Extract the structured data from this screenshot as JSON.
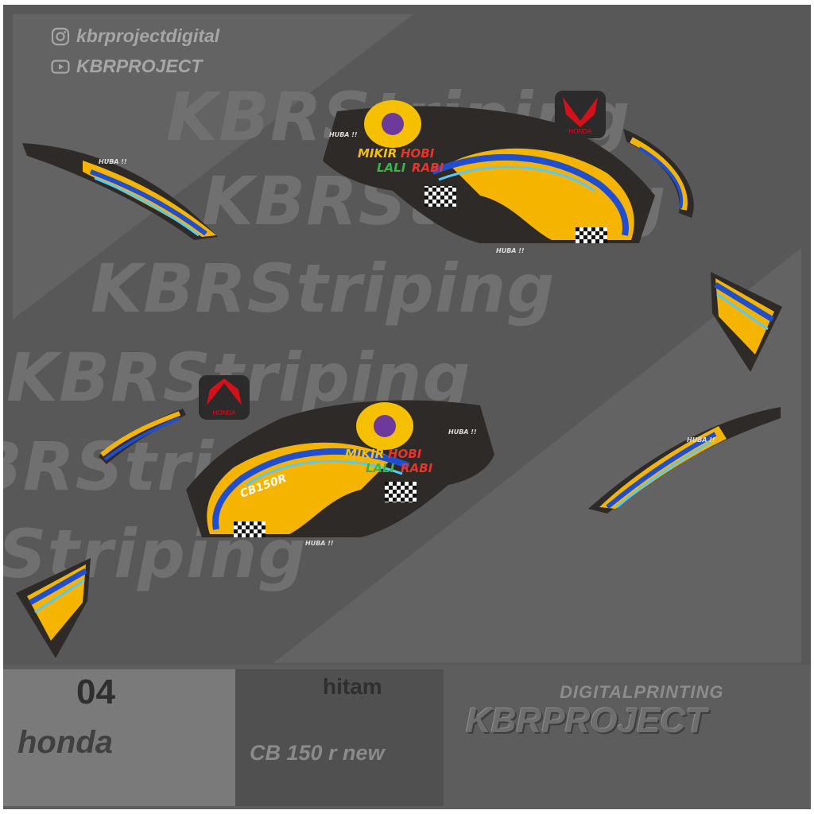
{
  "social": {
    "instagram_handle": "kbrprojectdigital",
    "youtube_handle": "KBRPROJECT"
  },
  "watermark": {
    "text": "KBRStriping",
    "text_partial_1": "BRStriping",
    "text_partial_2": "Striping"
  },
  "decal": {
    "brand": "HONDA",
    "slogan_line1a": "MIKIR",
    "slogan_line1b": "HOBI",
    "slogan_line2a": "LALI",
    "slogan_line2b": "RABI",
    "model_badge": "CB150R",
    "huba": "HUBA !!"
  },
  "info": {
    "number": "04",
    "brand": "honda",
    "color": "hitam",
    "model": "CB 150 r new"
  },
  "logo": {
    "top": "DIGITALPRINTING",
    "bottom": "KBRPROJECT"
  },
  "colors": {
    "background": "#585858",
    "panel": "#7a7a7a",
    "watermark": "#707070",
    "decal_yellow": "#f5b400",
    "decal_blue": "#1f4fd0",
    "decal_dark": "#2e2a28",
    "honda_red": "#d4111a"
  }
}
